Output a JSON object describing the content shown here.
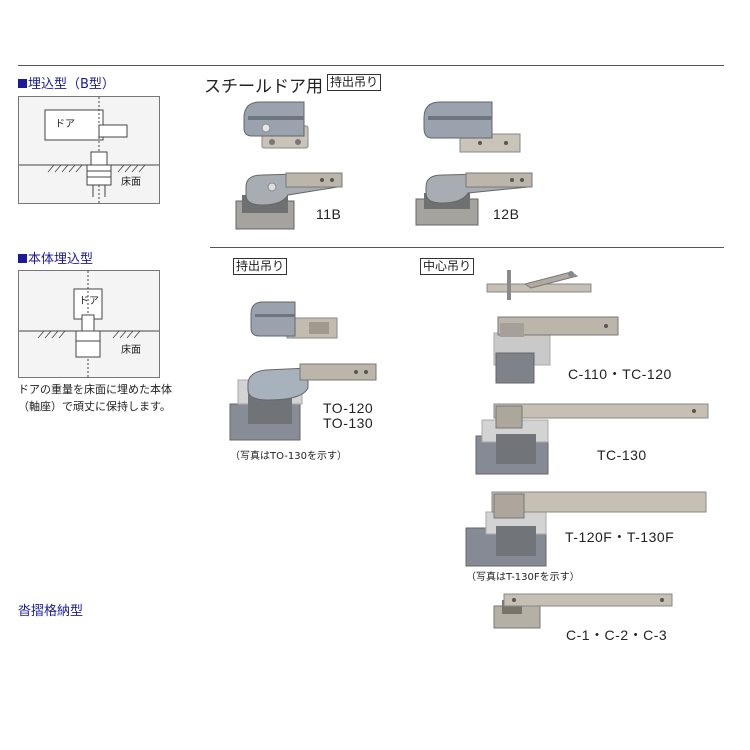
{
  "left": {
    "section1": {
      "title": "埋込型（B型）",
      "diagram": {
        "door_label": "ドア",
        "floor_label": "床面"
      }
    },
    "section2": {
      "title": "本体埋込型",
      "diagram": {
        "door_label": "ドア",
        "floor_label": "床面"
      },
      "description": [
        "ドアの重量を床面に埋めた本体",
        "（軸座）で頑丈に保持します。"
      ]
    },
    "section3": {
      "title": "沓摺格納型"
    }
  },
  "top_group": {
    "title": "スチールドア用",
    "tag": "持出吊り",
    "models": [
      "11B",
      "12B"
    ]
  },
  "mid_group": {
    "tag_left": "持出吊り",
    "tag_right": "中心吊り",
    "left_models": [
      "TO-120",
      "TO-130"
    ],
    "left_caption": "（写真はTO-130を示す）",
    "right_models": [
      "C-110・TC-120",
      "TC-130",
      "T-120F・T-130F"
    ],
    "right_caption": "（写真はT-130Fを示す）"
  },
  "bottom_group": {
    "model": "C-1・C-2・C-3"
  },
  "colors": {
    "accent": "#1a1a9a",
    "metal": "#b8b2a8",
    "base": "#8a8e98"
  }
}
